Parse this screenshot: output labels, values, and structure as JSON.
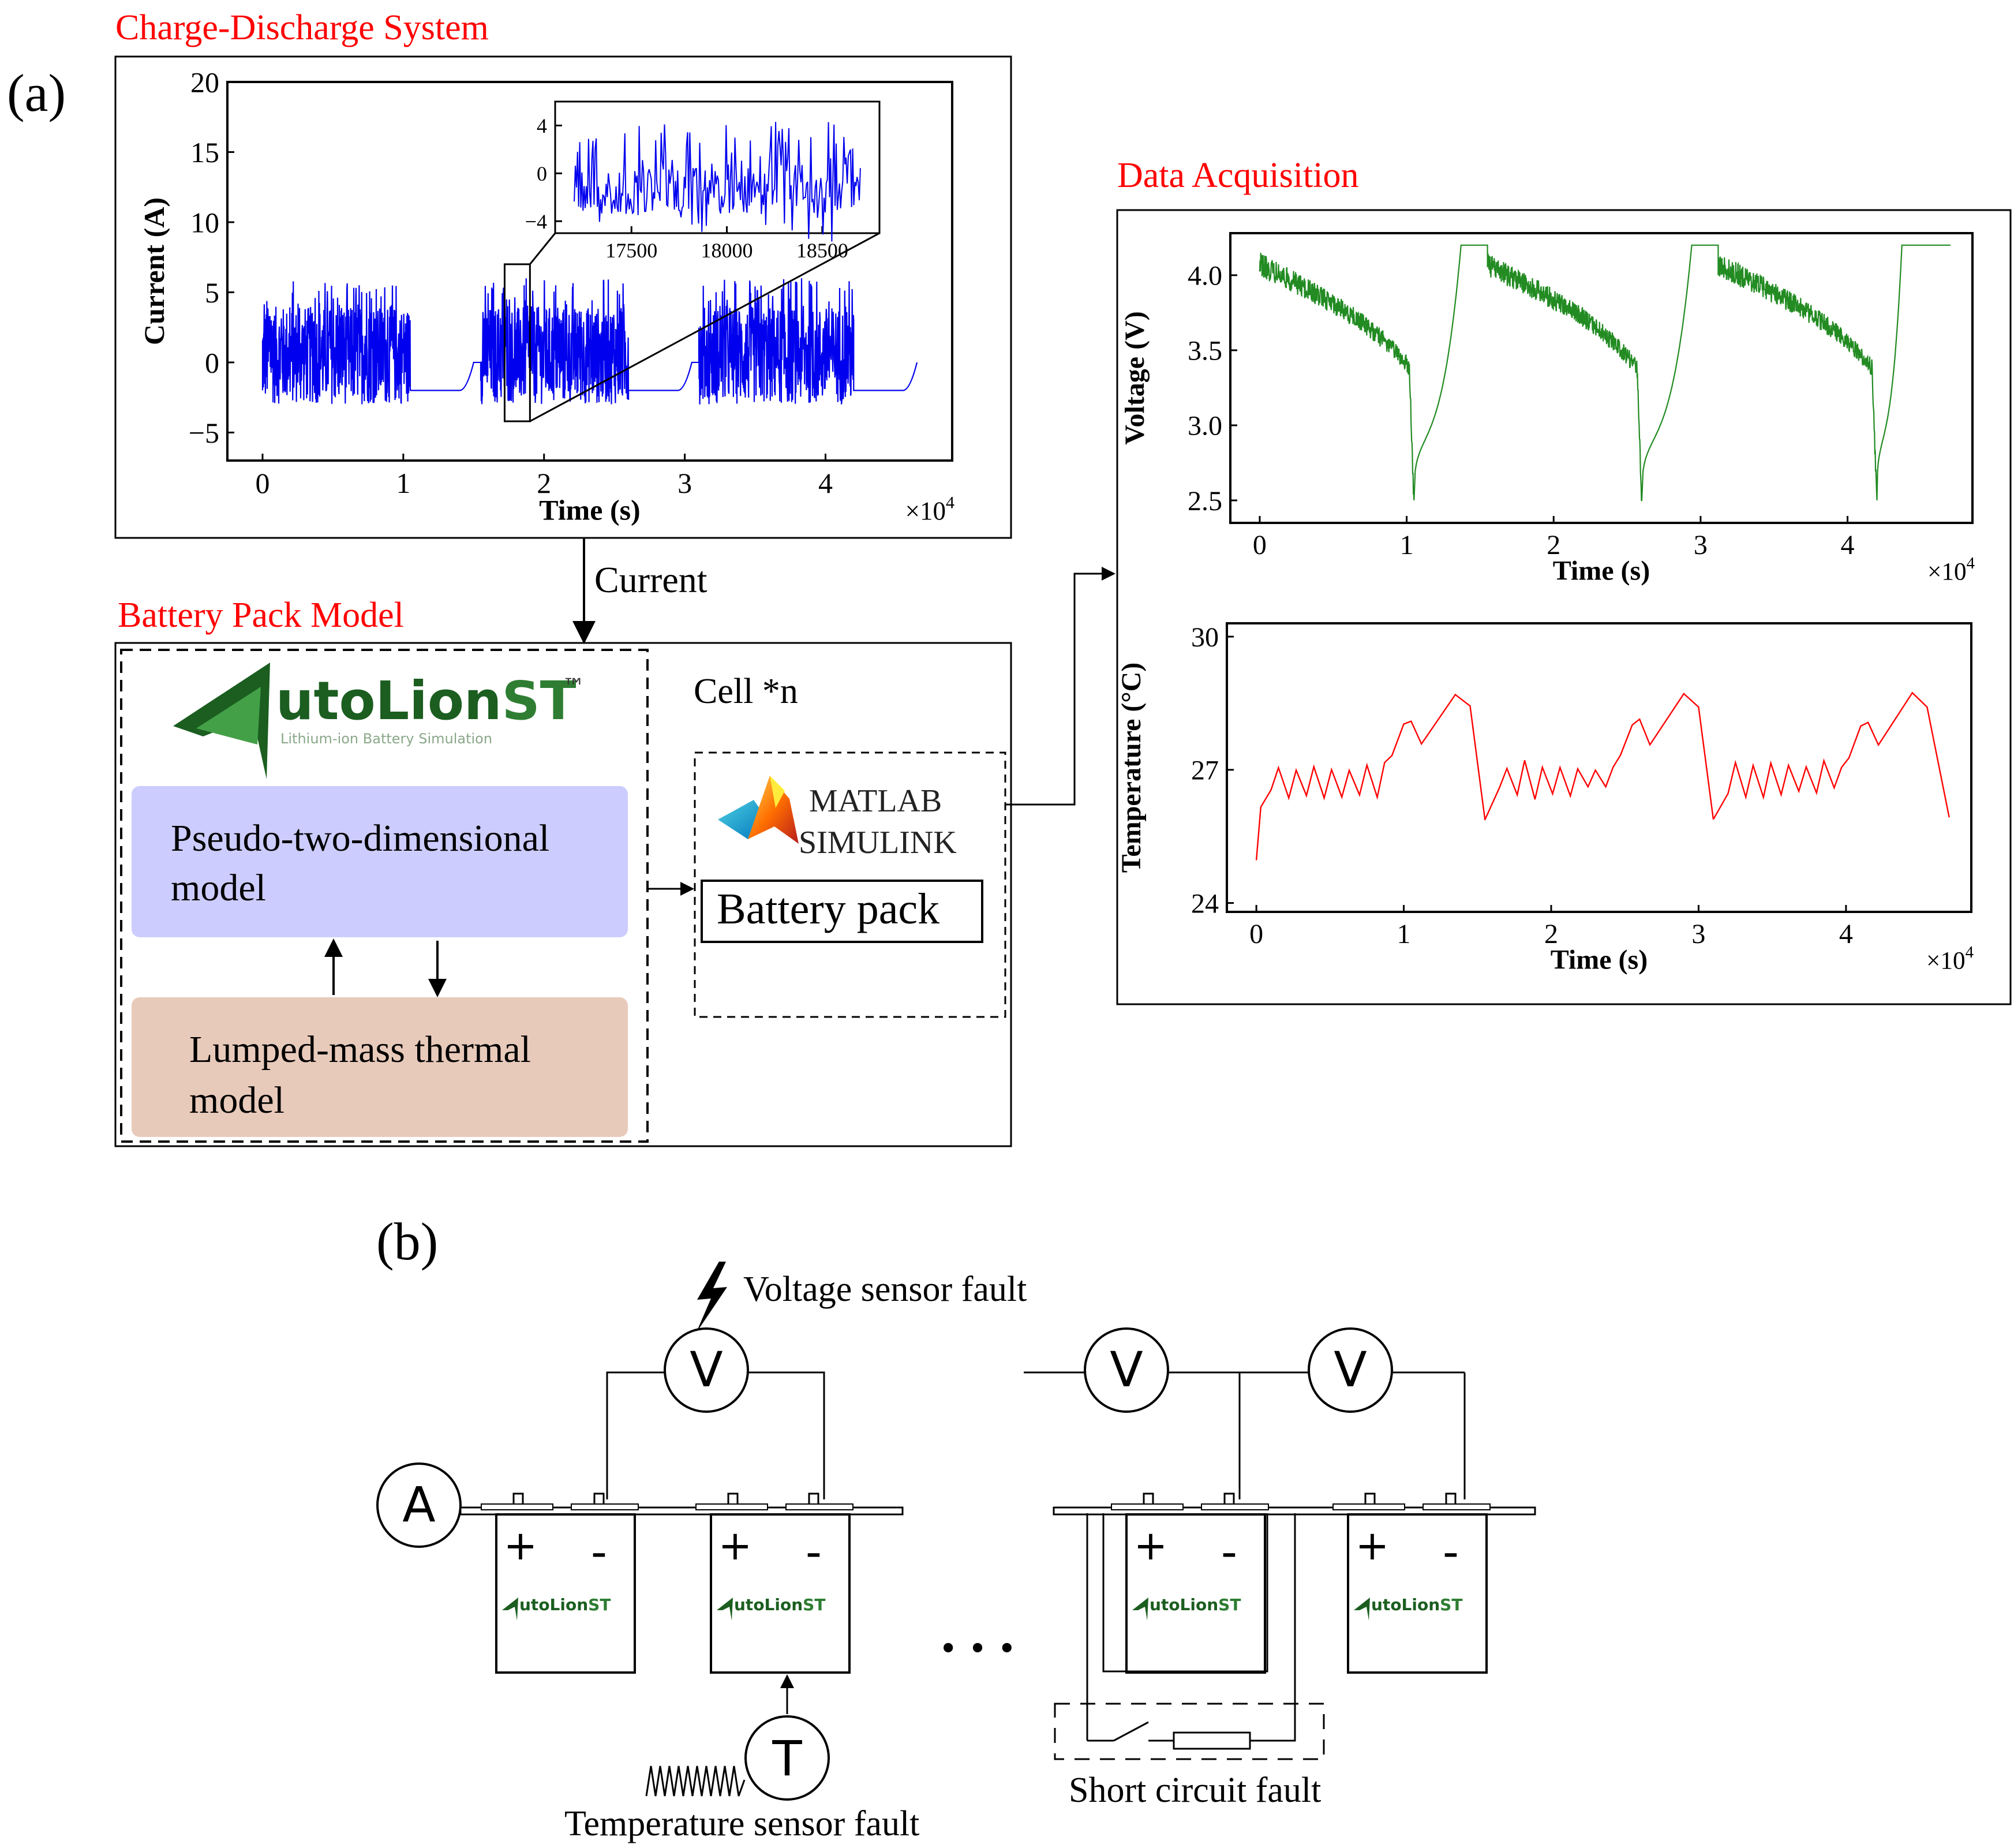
{
  "panel_a": {
    "label": "(a)",
    "charge_discharge": {
      "title": "Charge-Discharge System",
      "chart": {
        "type": "line",
        "xlabel": "Time (s)",
        "ylabel": "Current (A)",
        "x_multiplier": "×10",
        "x_multiplier_exp": "4",
        "xlim": [
          -0.25,
          4.9
        ],
        "ylim": [
          -7,
          20
        ],
        "xticks": [
          0,
          1,
          2,
          3,
          4
        ],
        "yticks": [
          -5,
          0,
          5,
          10,
          15,
          20
        ],
        "ytick_labels": [
          "−5",
          "0",
          "5",
          "10",
          "15",
          "20"
        ],
        "color": "#0000ee",
        "segments": {
          "active": [
            [
              0.0,
              1.05
            ],
            [
              1.55,
              2.6
            ],
            [
              3.1,
              4.2
            ]
          ],
          "rest_level": -2,
          "noise_range": [
            -3,
            6
          ]
        }
      },
      "inset": {
        "xlim": [
          17100,
          18800
        ],
        "ylim": [
          -5,
          6
        ],
        "xticks": [
          17500,
          18000,
          18500
        ],
        "yticks": [
          -4,
          0,
          4
        ],
        "ytick_labels": [
          "−4",
          "0",
          "4"
        ]
      }
    },
    "current_arrow_label": "Current",
    "battery_model": {
      "title": "Battery Pack Model",
      "logo_text_main": "utoLion",
      "logo_text_st": "ST",
      "logo_tm": "™",
      "logo_subtitle": "Lithium-ion Battery Simulation",
      "p2d_line1": "Pseudo-two-dimensional",
      "p2d_line2": "model",
      "thermal_line1": "Lumped-mass thermal",
      "thermal_line2": "model",
      "cell_label": "Cell *n",
      "matlab": "MATLAB",
      "simulink": "SIMULINK",
      "battery_pack": "Battery pack"
    },
    "data_acquisition": {
      "title": "Data Acquisition",
      "voltage_chart": {
        "type": "line",
        "xlabel": "Time (s)",
        "ylabel": "Voltage (V)",
        "x_multiplier": "×10",
        "x_multiplier_exp": "4",
        "xlim": [
          -0.2,
          4.85
        ],
        "ylim": [
          2.35,
          4.28
        ],
        "xticks": [
          0,
          1,
          2,
          3,
          4
        ],
        "yticks": [
          2.5,
          3.0,
          3.5,
          4.0
        ],
        "ytick_labels": [
          "2.5",
          "3.0",
          "3.5",
          "4.0"
        ],
        "color": "#228b22",
        "v_max": 4.2,
        "v_min": 2.5
      },
      "temperature_chart": {
        "type": "line",
        "xlabel": "Time (s)",
        "ylabel": "Temperature (°C)",
        "x_multiplier": "×10",
        "x_multiplier_exp": "4",
        "xlim": [
          -0.2,
          4.85
        ],
        "ylim": [
          23.8,
          30.3
        ],
        "xticks": [
          0,
          1,
          2,
          3,
          4
        ],
        "yticks": [
          24,
          27,
          30
        ],
        "ytick_labels": [
          "24",
          "27",
          "30"
        ],
        "color": "#ff0000"
      }
    }
  },
  "panel_b": {
    "label": "(b)",
    "voltage_sensor_fault": "Voltage sensor fault",
    "voltmeter": "V",
    "ammeter": "A",
    "thermometer": "T",
    "plus": "+",
    "minus": "-",
    "ellipsis": "• • •",
    "temperature_sensor_fault": "Temperature sensor fault",
    "short_circuit_fault": "Short circuit fault",
    "cell_logo_main": "utoLion",
    "cell_logo_st": "ST"
  },
  "colors": {
    "title_red": "#ff0000",
    "p2d_fill": "#ccccff",
    "thermal_fill": "#e8cabb",
    "logo_green": "#2e7d32",
    "logo_dark": "#1b5e20"
  }
}
